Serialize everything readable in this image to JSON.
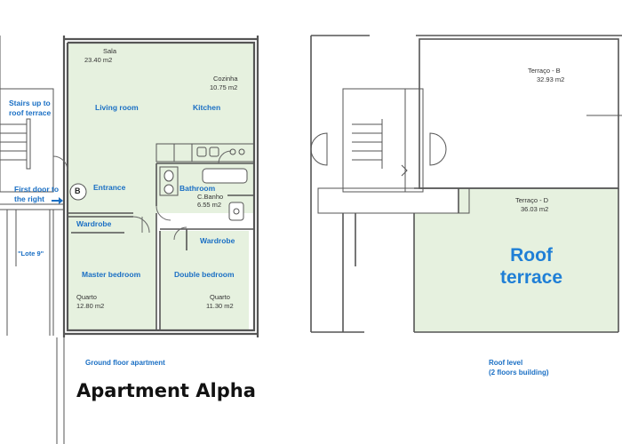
{
  "ground_floor": {
    "sala": "Sala",
    "sala_area": "23.40 m2",
    "cozinha": "Cozinha",
    "cozinha_area": "10.75 m2",
    "living_room": "Living room",
    "kitchen": "Kitchen",
    "stairs_line1": "Stairs up to",
    "stairs_line2": "roof terrace",
    "first_door_line1": "First door to",
    "first_door_line2": "the right",
    "door_marker": "B",
    "entrance": "Entrance",
    "bathroom": "Bathroom",
    "c_banho": "C.Banho",
    "banho_area": "6.55 m2",
    "wardrobe_left": "Wardrobe",
    "wardrobe_right": "Wardrobe",
    "lote": "\"Lote 9\"",
    "master_bedroom": "Master bedroom",
    "double_bedroom": "Double bedroom",
    "quarto_left": "Quarto",
    "quarto_left_area": "12.80 m2",
    "quarto_right": "Quarto",
    "quarto_right_area": "11.30 m2",
    "caption": "Ground floor apartment",
    "title": "Apartment Alpha"
  },
  "roof_level": {
    "terraco_b": "Terraço - B",
    "terraco_b_area": "32.93 m2",
    "terraco_d": "Terraço - D",
    "terraco_d_area": "36.03 m2",
    "roof_terrace_line1": "Roof",
    "roof_terrace_line2": "terrace",
    "caption_line1": "Roof level",
    "caption_line2": "(2 floors building)"
  },
  "colors": {
    "room_fill": "#e6f1df",
    "label_blue": "#1a6fc4",
    "wall": "#555555"
  }
}
